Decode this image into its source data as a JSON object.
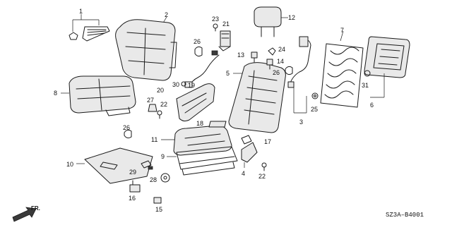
{
  "diagram_code": "SZ3A–B4001",
  "direction_label": "FR.",
  "callouts": [
    {
      "id": "c1",
      "text": "1"
    },
    {
      "id": "c2",
      "text": "2"
    },
    {
      "id": "c3",
      "text": "3"
    },
    {
      "id": "c4",
      "text": "4"
    },
    {
      "id": "c5",
      "text": "5"
    },
    {
      "id": "c6",
      "text": "6"
    },
    {
      "id": "c7",
      "text": "7"
    },
    {
      "id": "c8",
      "text": "8"
    },
    {
      "id": "c9",
      "text": "9"
    },
    {
      "id": "c10",
      "text": "10"
    },
    {
      "id": "c11",
      "text": "11"
    },
    {
      "id": "c12",
      "text": "12"
    },
    {
      "id": "c13",
      "text": "13"
    },
    {
      "id": "c14",
      "text": "14"
    },
    {
      "id": "c15",
      "text": "15"
    },
    {
      "id": "c16",
      "text": "16"
    },
    {
      "id": "c17",
      "text": "17"
    },
    {
      "id": "c18",
      "text": "18"
    },
    {
      "id": "c19",
      "text": "19"
    },
    {
      "id": "c20",
      "text": "20"
    },
    {
      "id": "c21",
      "text": "21"
    },
    {
      "id": "c22a",
      "text": "22"
    },
    {
      "id": "c22b",
      "text": "22"
    },
    {
      "id": "c23",
      "text": "23"
    },
    {
      "id": "c24",
      "text": "24"
    },
    {
      "id": "c25",
      "text": "25"
    },
    {
      "id": "c26a",
      "text": "26"
    },
    {
      "id": "c26b",
      "text": "26"
    },
    {
      "id": "c26c",
      "text": "26"
    },
    {
      "id": "c27",
      "text": "27"
    },
    {
      "id": "c28",
      "text": "28"
    },
    {
      "id": "c29",
      "text": "29"
    },
    {
      "id": "c30",
      "text": "30"
    },
    {
      "id": "c31",
      "text": "31"
    }
  ]
}
